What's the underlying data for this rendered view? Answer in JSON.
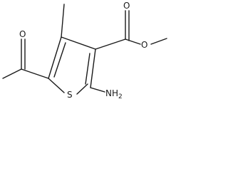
{
  "structure": {
    "atoms": {
      "sulfur": "S",
      "amino": "NH",
      "amino_subscript": "2",
      "ester_carbonyl_oxygen": "O",
      "ester_ether_oxygen": "O",
      "acetyl_oxygen": "O"
    }
  }
}
